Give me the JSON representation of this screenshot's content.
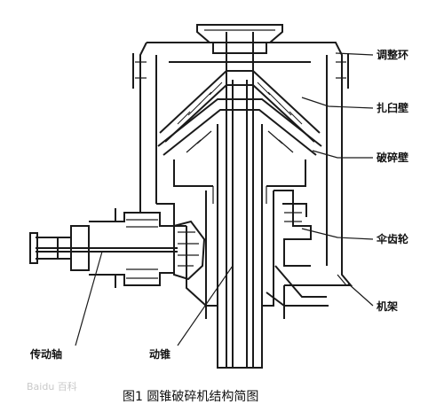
{
  "labels": {
    "adjust_ring": "调整环",
    "mantle_bowl": "扎臼壁",
    "crushing_wall": "破碎壁",
    "bevel_gear": "伞齿轮",
    "frame": "机架",
    "drive_shaft": "传动轴",
    "moving_cone": "动锥"
  },
  "caption": "图1  圆锥破碎机结构简图",
  "watermark": "Baidu 百科"
}
